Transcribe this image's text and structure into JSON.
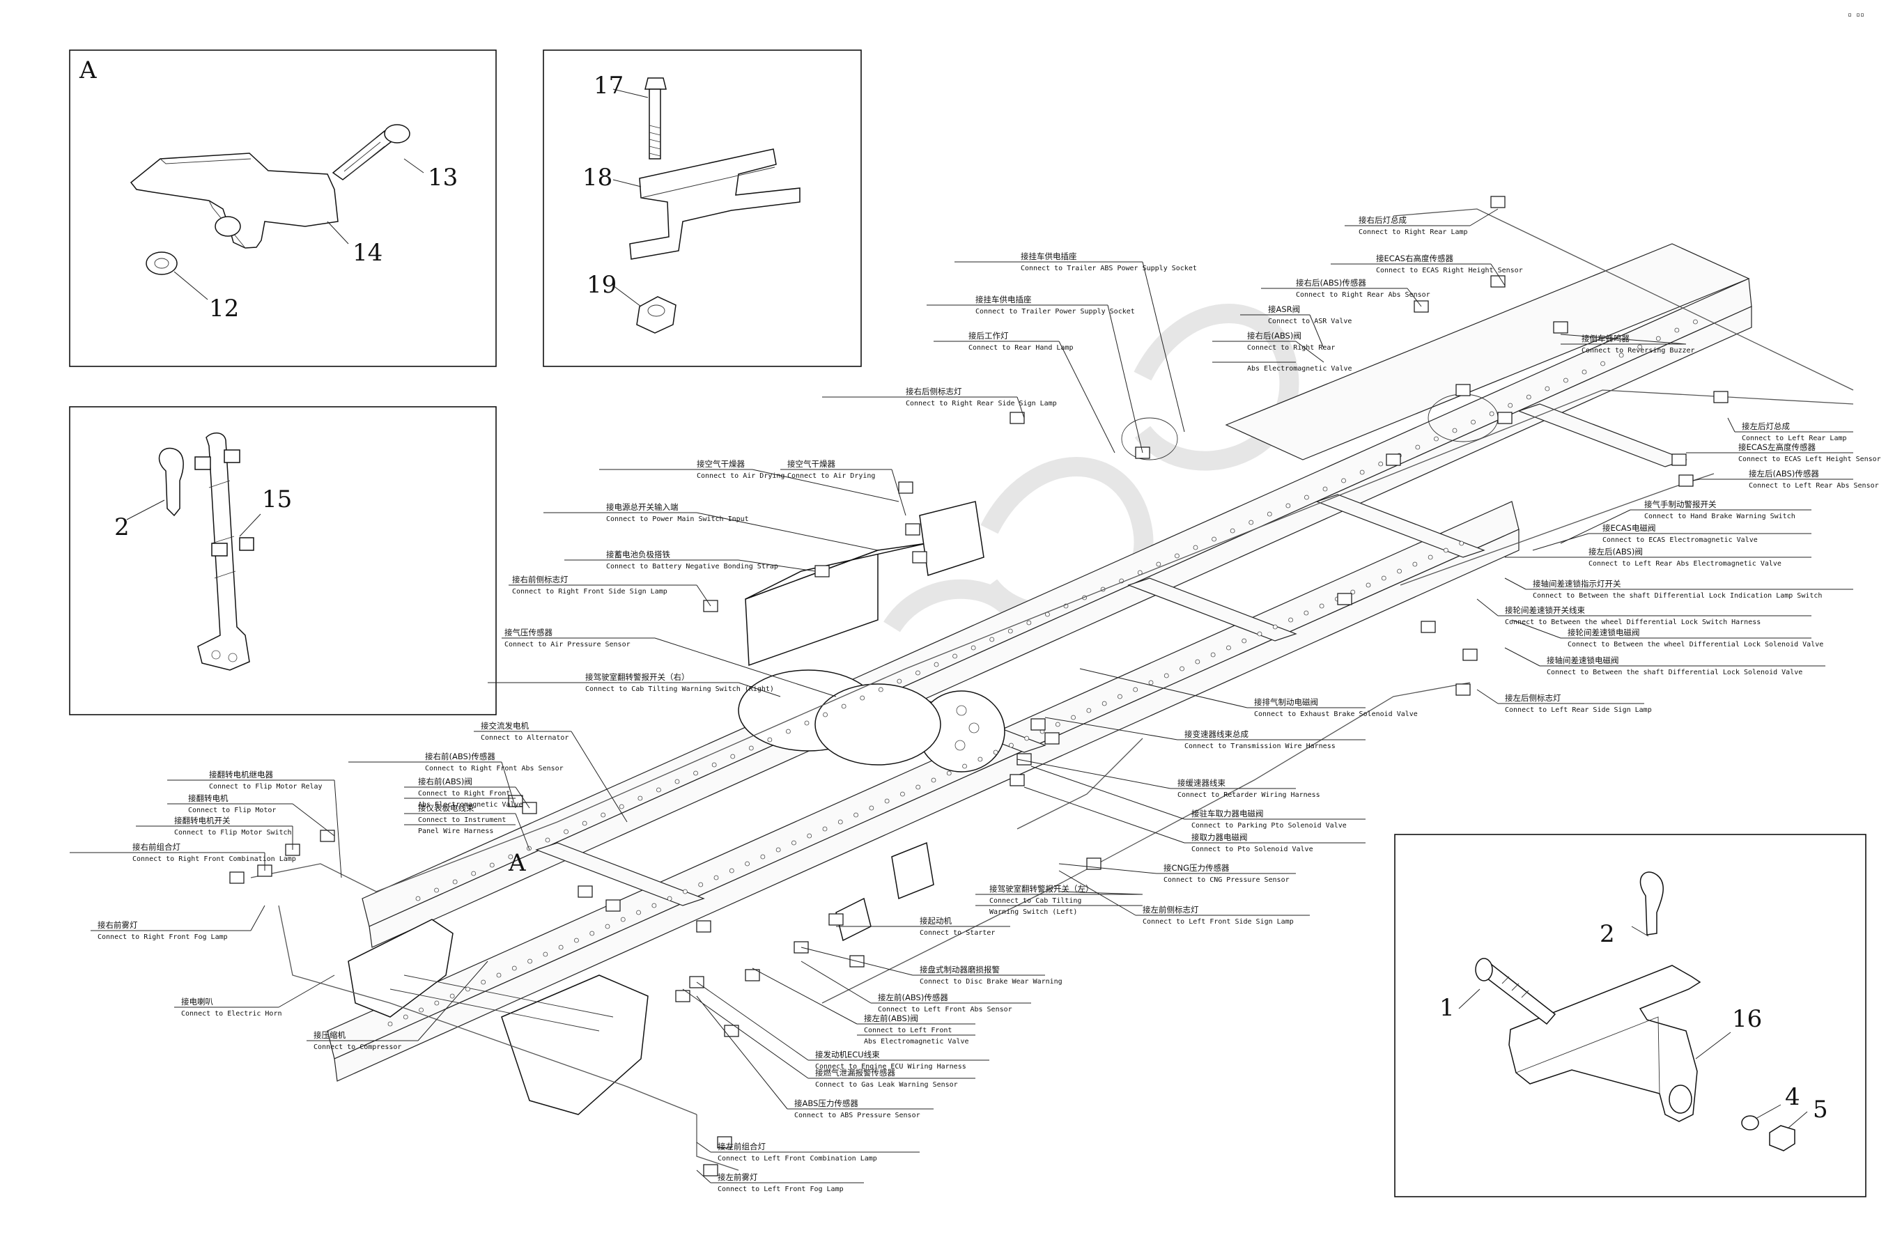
{
  "insets": {
    "a_label": "A",
    "a_numbers": [
      "13",
      "14",
      "12"
    ],
    "b_numbers": [
      "17",
      "18",
      "19"
    ],
    "c_numbers": [
      "2",
      "15"
    ],
    "d_numbers": [
      "2",
      "1",
      "16",
      "4",
      "5"
    ]
  },
  "view_marker": "A",
  "callouts": [
    {
      "cn": "接右后灯总成",
      "en": "Connect to Right Rear Lamp"
    },
    {
      "cn": "接ECAS右高度传感器",
      "en": "Connect to ECAS Right Height Sensor"
    },
    {
      "cn": "接右后(ABS)传感器",
      "en": "Connect to Right Rear Abs Sensor"
    },
    {
      "cn": "接挂车供电插座",
      "en": "Connect to Trailer ABS Power Supply Socket"
    },
    {
      "cn": "接ASR阀",
      "en": "Connect to ASR Valve"
    },
    {
      "cn": "接挂车供电插座",
      "en": "Connect to Trailer Power Supply Socket"
    },
    {
      "cn": "接右后(ABS)阀",
      "en": "Connect to Right Rear"
    },
    {
      "cn": "",
      "en": "Abs Electromagnetic Valve"
    },
    {
      "cn": "接倒车蜂鸣器",
      "en": "Connect to Reversing Buzzer"
    },
    {
      "cn": "接后工作灯",
      "en": "Connect to Rear Hand Lamp"
    },
    {
      "cn": "接右后侧标志灯",
      "en": "Connect to Right Rear Side Sign Lamp"
    },
    {
      "cn": "接左后灯总成",
      "en": "Connect to Left Rear Lamp"
    },
    {
      "cn": "接ECAS左高度传感器",
      "en": "Connect to ECAS Left Height Sensor"
    },
    {
      "cn": "接左后(ABS)传感器",
      "en": "Connect to Left Rear Abs Sensor"
    },
    {
      "cn": "接空气干燥器",
      "en": "Connect to Air Drying"
    },
    {
      "cn": "接空气干燥器",
      "en": "Connect to Air Drying"
    },
    {
      "cn": "接电源总开关输入端",
      "en": "Connect to Power Main Switch Input"
    },
    {
      "cn": "接气手制动警报开关",
      "en": "Connect to Hand Brake Warning Switch"
    },
    {
      "cn": "接ECAS电磁阀",
      "en": "Connect to ECAS Electromagnetic Valve"
    },
    {
      "cn": "接蓄电池负极搭铁",
      "en": "Connect to Battery Negative Bonding Strap"
    },
    {
      "cn": "接左后(ABS)阀",
      "en": "Connect to Left Rear Abs Electromagnetic Valve"
    },
    {
      "cn": "接右前侧标志灯",
      "en": "Connect to Right Front Side Sign Lamp"
    },
    {
      "cn": "接轴间差速锁指示灯开关",
      "en": "Connect to Between the shaft Differential Lock Indication Lamp Switch"
    },
    {
      "cn": "接轮间差速锁开关线束",
      "en": "Connect to Between the wheel Differential Lock Switch Harness"
    },
    {
      "cn": "接气压传感器",
      "en": "Connect to Air Pressure Sensor"
    },
    {
      "cn": "接轮间差速锁电磁阀",
      "en": "Connect to Between the wheel Differential Lock Solenoid Valve"
    },
    {
      "cn": "接轴间差速锁电磁阀",
      "en": "Connect to Between the shaft Differential Lock Solenoid Valve"
    },
    {
      "cn": "接驾驶室翻转警报开关（右）",
      "en": "Connect to Cab Tilting Warning Switch (Right)"
    },
    {
      "cn": "接左后侧标志灯",
      "en": "Connect to Left Rear Side Sign Lamp"
    },
    {
      "cn": "接交流发电机",
      "en": "Connect to Alternator"
    },
    {
      "cn": "接排气制动电磁阀",
      "en": "Connect to Exhaust Brake Solenoid Valve"
    },
    {
      "cn": "接变速器线束总成",
      "en": "Connect to Transmission Wire Harness"
    },
    {
      "cn": "接右前(ABS)传感器",
      "en": "Connect to Right Front Abs Sensor"
    },
    {
      "cn": "接翻转电机继电器",
      "en": "Connect to Flip Motor Relay"
    },
    {
      "cn": "接右前(ABS)阀",
      "en": "Connect to Right Front"
    },
    {
      "cn": "",
      "en": "Abs Electromagnetic Valve"
    },
    {
      "cn": "接翻转电机",
      "en": "Connect to Flip Motor"
    },
    {
      "cn": "接仪表板电线束",
      "en": "Connect to Instrument"
    },
    {
      "cn": "",
      "en": "Panel Wire Harness"
    },
    {
      "cn": "接缓速器线束",
      "en": "Connect to Retarder Wiring Harness"
    },
    {
      "cn": "接翻转电机开关",
      "en": "Connect to Flip Motor Switch"
    },
    {
      "cn": "接驻车取力器电磁阀",
      "en": "Connect to Parking Pto Solenoid Valve"
    },
    {
      "cn": "接右前组合灯",
      "en": "Connect to Right Front Combination Lamp"
    },
    {
      "cn": "接取力器电磁阀",
      "en": "Connect to Pto Solenoid Valve"
    },
    {
      "cn": "接CNG压力传感器",
      "en": "Connect to CNG Pressure Sensor"
    },
    {
      "cn": "接驾驶室翻转警报开关（左）",
      "en": "Connect to Cab Tilting"
    },
    {
      "cn": "",
      "en": "Warning Switch (Left)"
    },
    {
      "cn": "接左前侧标志灯",
      "en": "Connect to Left Front Side Sign Lamp"
    },
    {
      "cn": "接右前雾灯",
      "en": "Connect to Right Front Fog Lamp"
    },
    {
      "cn": "接起动机",
      "en": "Connect to Starter"
    },
    {
      "cn": "接盘式制动器磨损报警",
      "en": "Connect to Disc Brake Wear Warning"
    },
    {
      "cn": "接左前(ABS)传感器",
      "en": "Connect to Left Front Abs Sensor"
    },
    {
      "cn": "接电喇叭",
      "en": "Connect to Electric Horn"
    },
    {
      "cn": "接左前(ABS)阀",
      "en": "Connect to Left Front"
    },
    {
      "cn": "",
      "en": "Abs Electromagnetic Valve"
    },
    {
      "cn": "接压缩机",
      "en": "Connect to Compressor"
    },
    {
      "cn": "接发动机ECU线束",
      "en": "Connect to Engine ECU Wiring Harness"
    },
    {
      "cn": "接燃气泄漏报警传感器",
      "en": "Connect to Gas Leak Warning Sensor"
    },
    {
      "cn": "接ABS压力传感器",
      "en": "Connect to ABS Pressure Sensor"
    },
    {
      "cn": "接左前组合灯",
      "en": "Connect to Left Front Combination Lamp"
    },
    {
      "cn": "接左前雾灯",
      "en": "Connect to Left Front Fog Lamp"
    }
  ]
}
